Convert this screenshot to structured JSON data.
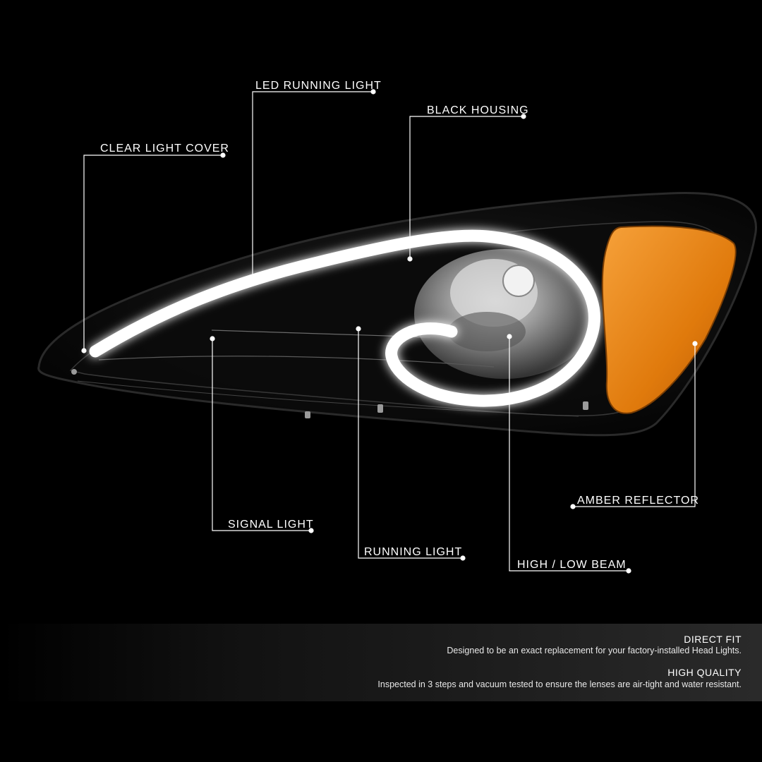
{
  "callouts": {
    "led_running_light": "LED RUNNING LIGHT",
    "black_housing": "BLACK HOUSING",
    "clear_light_cover": "CLEAR LIGHT COVER",
    "amber_reflector": "AMBER REFLECTOR",
    "signal_light": "SIGNAL LIGHT",
    "running_light": "RUNNING LIGHT",
    "high_low_beam": "HIGH / LOW BEAM"
  },
  "features": [
    {
      "title": "DIRECT FIT",
      "description": "Designed to be an exact replacement for your factory-installed Head Lights."
    },
    {
      "title": "HIGH QUALITY",
      "description": "Inspected in 3 steps and vacuum tested to ensure the lenses are air-tight and water resistant."
    }
  ],
  "colors": {
    "background": "#000000",
    "amber": "#e8820f",
    "led": "#ffffff",
    "text": "#ffffff"
  }
}
